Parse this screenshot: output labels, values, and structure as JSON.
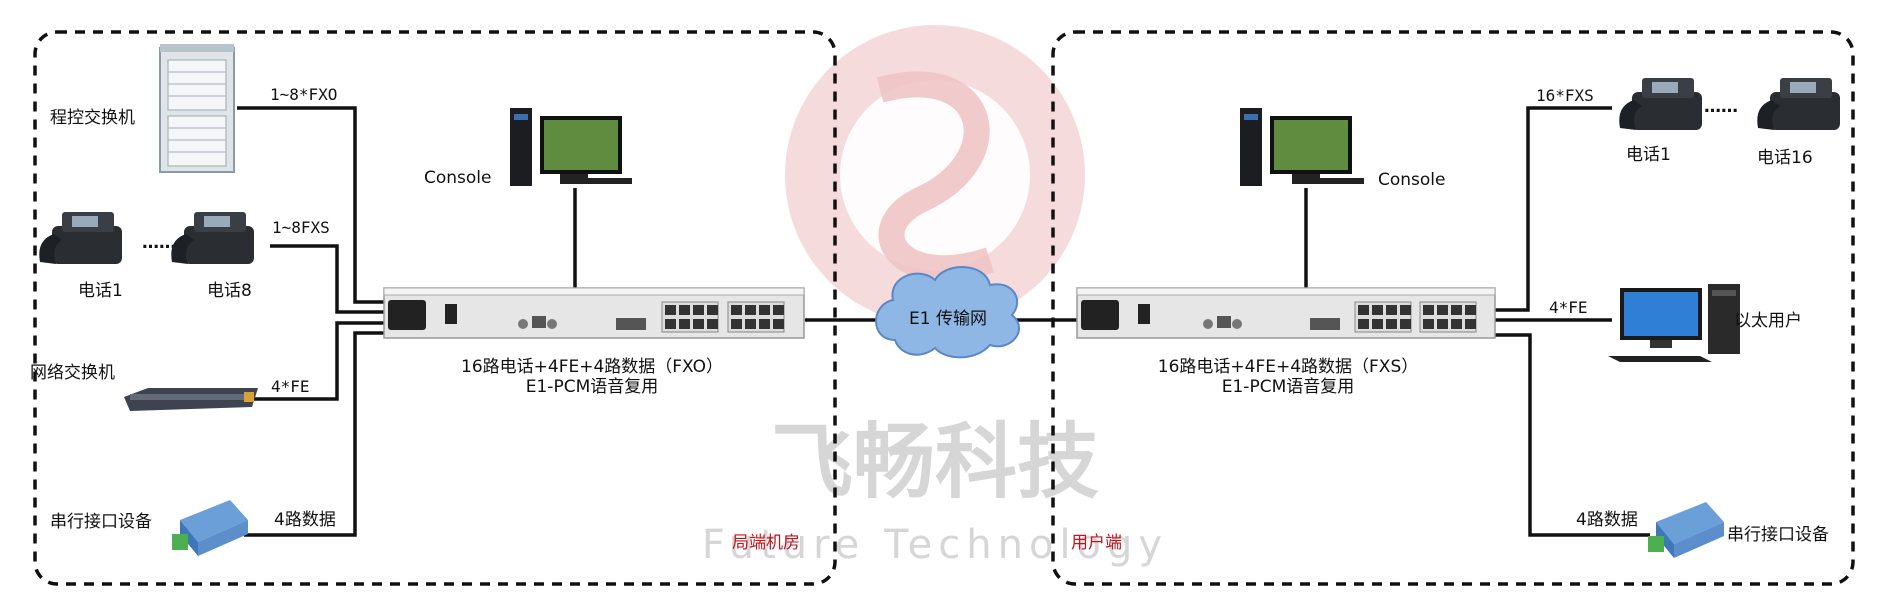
{
  "watermark": {
    "brand_cn": "飞畅科技",
    "brand_en": "Future Technology"
  },
  "left_site": {
    "zone_label": "局端机房",
    "devices": {
      "pbx": "程控交换机",
      "phone_first": "电话1",
      "phone_last": "电话8",
      "switch": "网络交换机",
      "serial_device": "串行接口设备"
    },
    "links": {
      "fxo": "1~8*FXO",
      "fxs": "1~8FXS",
      "fe": "4*FE",
      "data": "4路数据"
    },
    "console": "Console",
    "mux_caption_line1": "16路电话+4FE+4路数据（FXO）",
    "mux_caption_line2": "E1-PCM语音复用"
  },
  "cloud_label": "E1 传输网",
  "right_site": {
    "zone_label": "用户端",
    "devices": {
      "phone_first": "电话1",
      "phone_last": "电话16",
      "pc": "以太用户",
      "serial_device": "串行接口设备"
    },
    "links": {
      "fxs": "16*FXS",
      "fe": "4*FE",
      "data": "4路数据"
    },
    "console": "Console",
    "mux_caption_line1": "16路电话+4FE+4路数据（FXS）",
    "mux_caption_line2": "E1-PCM语音复用"
  },
  "colors": {
    "line": "#111111",
    "zone_border": "#111111",
    "zone_label": "#c0141e",
    "cloud": "#8fb7e6",
    "device_body": "#e6e6e6"
  }
}
